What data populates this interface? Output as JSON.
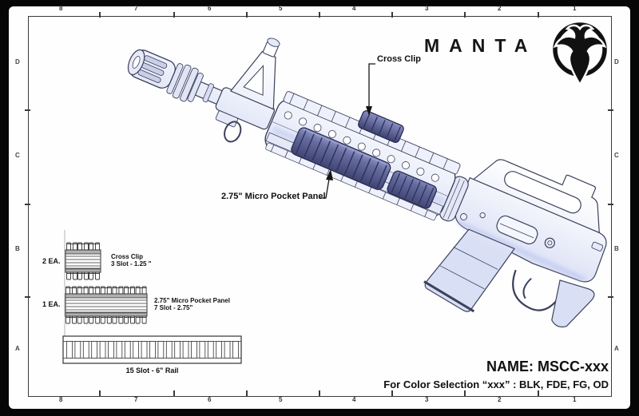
{
  "brand": {
    "name": "MANTA",
    "logo_icon": "manta-ray-logo"
  },
  "frame": {
    "columns": [
      "8",
      "7",
      "6",
      "5",
      "4",
      "3",
      "2",
      "1"
    ],
    "rows": [
      "D",
      "C",
      "B",
      "A"
    ]
  },
  "callouts": {
    "cross_clip": "Cross Clip",
    "micro_panel": "2.75\" Micro Pocket Panel"
  },
  "parts_list": {
    "items": [
      {
        "qty": "2 EA.",
        "line1": "Cross Clip",
        "line2": "3 Slot - 1.25 \""
      },
      {
        "qty": "1 EA.",
        "line1": "2.75\" Micro Pocket Panel",
        "line2": "7 Slot - 2.75\""
      }
    ],
    "rail_label": "15 Slot - 6\" Rail"
  },
  "title_block": {
    "name": "NAME: MSCC-xxx",
    "color_note": "For Color Selection “xxx” : BLK, FDE, FG, OD"
  },
  "colors": {
    "paper": "#fefefe",
    "frame_ink": "#3a3a3a",
    "drawing_line": "#3c415c",
    "accessory_panel": "#4d5287"
  }
}
